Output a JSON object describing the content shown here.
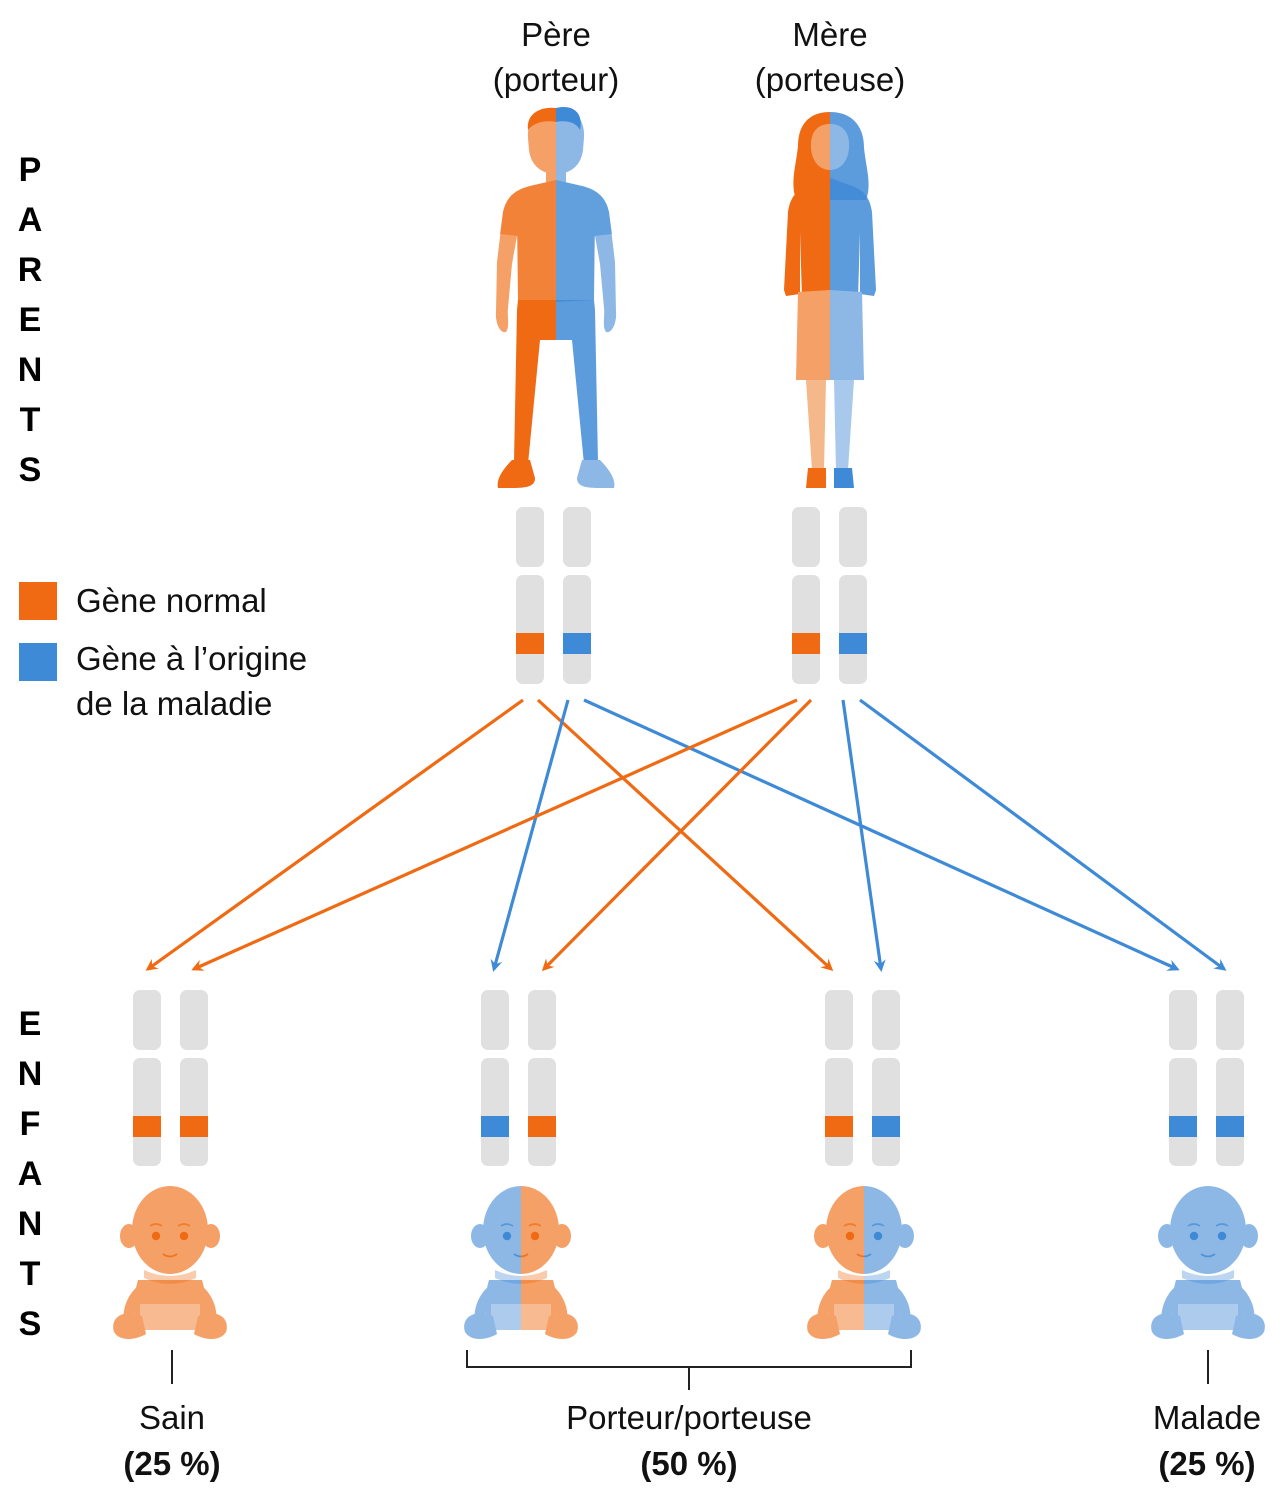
{
  "colors": {
    "normal": "#ef6a12",
    "disease": "#3f8ad6",
    "normal_light": "#f5a067",
    "disease_light": "#8db8e6",
    "chromosome": "#e0e0e0"
  },
  "side_labels": {
    "parents": [
      "P",
      "A",
      "R",
      "E",
      "N",
      "T",
      "S"
    ],
    "children": [
      "E",
      "N",
      "F",
      "A",
      "N",
      "T",
      "S"
    ]
  },
  "legend": {
    "normal_label": "Gène normal",
    "disease_label_line1": "Gène à l’origine",
    "disease_label_line2": "de la maladie"
  },
  "parents": {
    "father": {
      "line1": "Père",
      "line2": "(porteur)",
      "icon": "father-figure-icon"
    },
    "mother": {
      "line1": "Mère",
      "line2": "(porteuse)",
      "icon": "mother-figure-icon"
    }
  },
  "children": {
    "healthy": {
      "label": "Sain",
      "percent": "(25 %)",
      "genes": [
        "normal",
        "normal"
      ]
    },
    "carrier": {
      "label": "Porteur/porteuse",
      "percent": "(50 %)",
      "genes_a": [
        "disease",
        "normal"
      ],
      "genes_b": [
        "normal",
        "disease"
      ]
    },
    "sick": {
      "label": "Malade",
      "percent": "(25 %)",
      "genes": [
        "disease",
        "disease"
      ]
    }
  }
}
